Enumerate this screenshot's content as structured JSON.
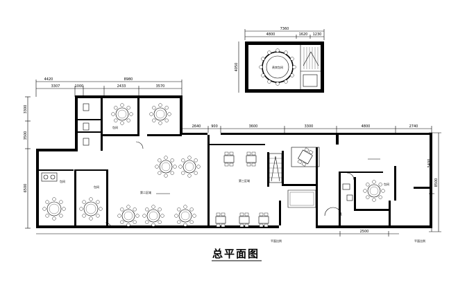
{
  "title": "总平面图",
  "inset_dimensions": {
    "top_total": "7360",
    "top_left": "4800",
    "top_mid": "1620",
    "top_right": "1230",
    "left": "4050"
  },
  "main_dimensions": {
    "top_row1_total": "8980",
    "top_row2": [
      "4420",
      "3307",
      "1000",
      "2433",
      "3570"
    ],
    "middle_row": [
      "2640",
      "900",
      "3600",
      "3300",
      "4800",
      "2740"
    ],
    "left_side": [
      "3300",
      "3500",
      "6500"
    ],
    "right_side": [
      "5400",
      "8500"
    ],
    "bottom": [
      "2500"
    ]
  },
  "room_labels": {
    "vip_room": "贵宾包间",
    "hall_1": "第二区域",
    "hall_2": "第三区域",
    "private_1": "包间",
    "private_2": "包间",
    "private_3": "包间",
    "private_4": "包间"
  },
  "notes": {
    "scale_main": "平面比例",
    "scale_corner": "平面比例"
  }
}
